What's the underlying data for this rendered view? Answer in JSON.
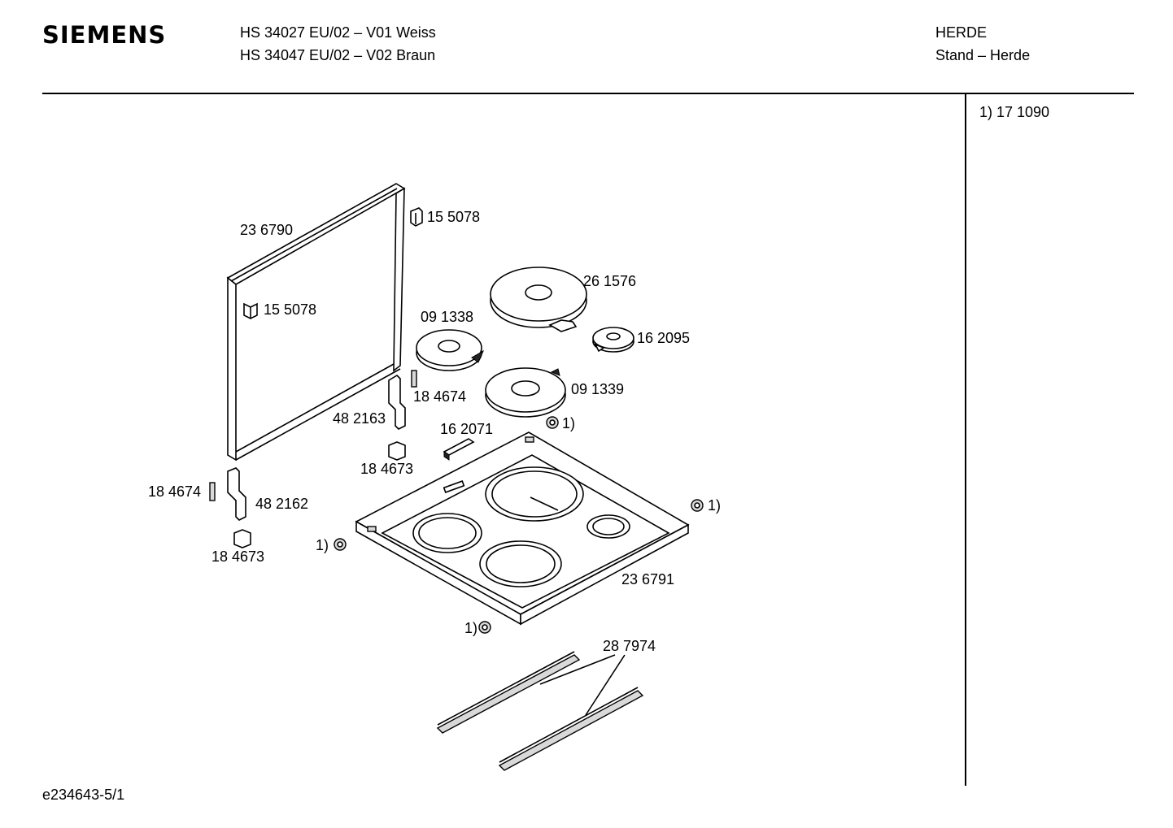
{
  "header": {
    "brand": "SIEMENS",
    "model_line_1": "HS 34027 EU/02 – V01 Weiss",
    "model_line_2": "HS 34047 EU/02 – V02 Braun",
    "category": "HERDE",
    "subcategory": "Stand – Herde"
  },
  "side_notes": [
    "1)  17 1090"
  ],
  "footer": {
    "drawing_id": "e234643-5/1"
  },
  "parts": {
    "back_panel": "23 6790",
    "clip_top": "15 5078",
    "clip_left": "15 5078",
    "hotplate_large": "26 1576",
    "hotplate_small_back": "09 1338",
    "hotplate_small_round": "16 2095",
    "hotplate_front": "09 1339",
    "bracket_right_small": "18 4674",
    "hinge_right": "48 2163",
    "holder_bar": "16 2071",
    "clip_right": "18 4673",
    "bracket_left_small": "18 4674",
    "hinge_left": "48 2162",
    "clip_left_bottom": "18 4673",
    "cooktop_frame": "23 6791",
    "rails": "28 7974",
    "note_marker_a": "1)",
    "note_marker_b": "1)",
    "note_marker_c": "1)",
    "note_marker_d": "1)"
  }
}
